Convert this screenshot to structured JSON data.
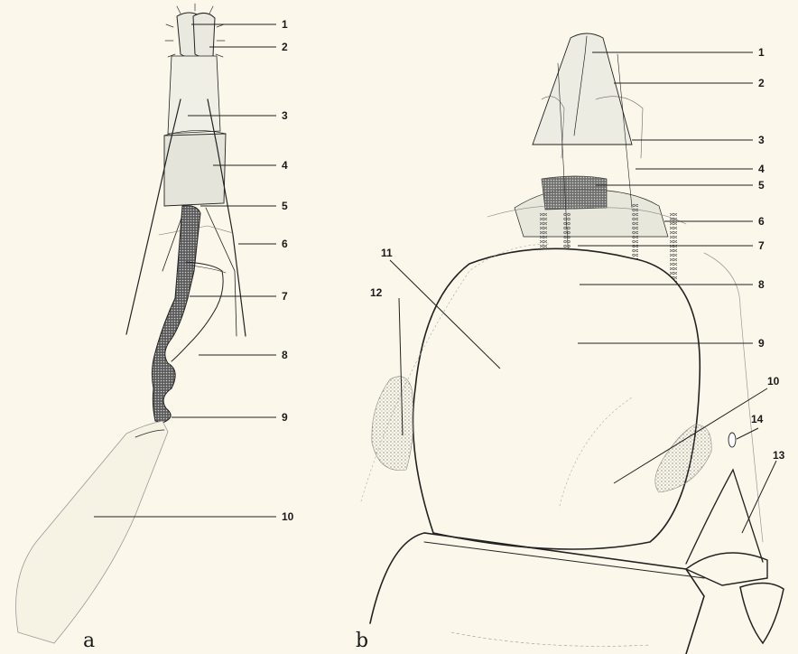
{
  "figure": {
    "panel_a": {
      "letter": "a",
      "labels": [
        "1",
        "2",
        "3",
        "4",
        "5",
        "6",
        "7",
        "8",
        "9",
        "10"
      ]
    },
    "panel_b": {
      "letter": "b",
      "labels": [
        "1",
        "2",
        "3",
        "4",
        "5",
        "6",
        "7",
        "8",
        "9",
        "10",
        "11",
        "12",
        "13",
        "14"
      ]
    }
  },
  "colors": {
    "background": "#fbf7ea",
    "ink": "#1a1a1a",
    "shade": "#e7e7dd",
    "stipple": "#efe3cf"
  }
}
